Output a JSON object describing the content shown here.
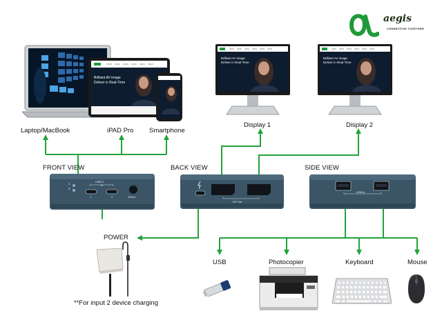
{
  "brand": {
    "name": "aegis",
    "tagline": "CONNECTION TOGETHER",
    "symbol": "α",
    "colors": {
      "logo_green": "#1f9a3a",
      "logo_dark": "#1b2d14"
    }
  },
  "colors": {
    "arrow_green": "#22a33a",
    "device_body": "#3b5566",
    "device_top": "#4d6a7d",
    "port_black": "#111418"
  },
  "views": {
    "front": "FRONT VIEW",
    "back": "BACK VIEW",
    "side": "SIDE VIEW"
  },
  "front_device": {
    "usbc_label": "USB-C",
    "in_label": "In",
    "port1": "1",
    "port2": "2",
    "select_label": "Select",
    "led1": "1",
    "led2": "2"
  },
  "back_device": {
    "dp_label": "DP Out"
  },
  "side_device": {
    "usba_label": "USB-A"
  },
  "sources": [
    {
      "label": "Laptop/MacBook",
      "icon": "laptop-icon"
    },
    {
      "label": "iPAD Pro",
      "icon": "tablet-icon"
    },
    {
      "label": "Smartphone",
      "icon": "smartphone-icon"
    }
  ],
  "displays": [
    {
      "label": "Display 1",
      "screen_text": "Brilliant AV image\nDeliver in Real-Time"
    },
    {
      "label": "Display 2",
      "screen_text": "Brilliant AV image\nDeliver in Real-Time"
    }
  ],
  "power": {
    "label": "POWER",
    "note": "**For input 2 device charging"
  },
  "peripherals": [
    {
      "label": "USB",
      "icon": "usb-drive-icon"
    },
    {
      "label": "Photocopier",
      "icon": "printer-icon"
    },
    {
      "label": "Keyboard",
      "icon": "keyboard-icon"
    },
    {
      "label": "Mouse",
      "icon": "mouse-icon"
    }
  ]
}
